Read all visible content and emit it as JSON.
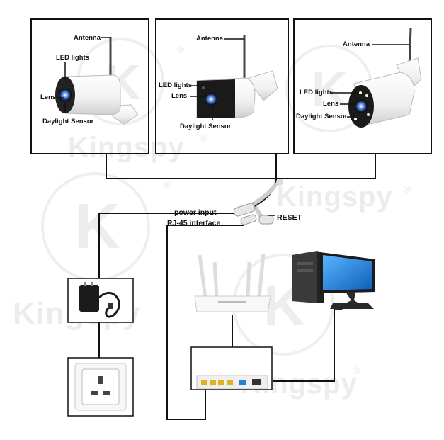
{
  "watermark": {
    "brand": "Kingspy",
    "mark": "K",
    "registered": "®"
  },
  "colors": {
    "line": "#111111",
    "box_border": "#111111",
    "monitor_screen": "#1f7fd6",
    "router_port": "#e0b020",
    "router_wan": "#2a7fd0"
  },
  "cameras": [
    {
      "labels": {
        "antenna": "Antenna",
        "led": "LED lights",
        "lens": "Lens",
        "sensor": "Daylight Sensor"
      }
    },
    {
      "labels": {
        "antenna": "Antenna",
        "led": "LED lights",
        "lens": "Lens",
        "sensor": "Daylight Sensor"
      }
    },
    {
      "labels": {
        "antenna": "Antenna",
        "led": "LED lights",
        "lens": "Lens",
        "sensor": "Daylight Sensor"
      }
    }
  ],
  "cable": {
    "power": "power input",
    "rj45": "RJ-45 interface",
    "reset": "RESET"
  },
  "devices": [
    {
      "name": "power-adapter-icon"
    },
    {
      "name": "wall-socket-icon"
    },
    {
      "name": "wifi-router-icon"
    },
    {
      "name": "router-back-ports-icon"
    },
    {
      "name": "desktop-computer-icon"
    }
  ]
}
